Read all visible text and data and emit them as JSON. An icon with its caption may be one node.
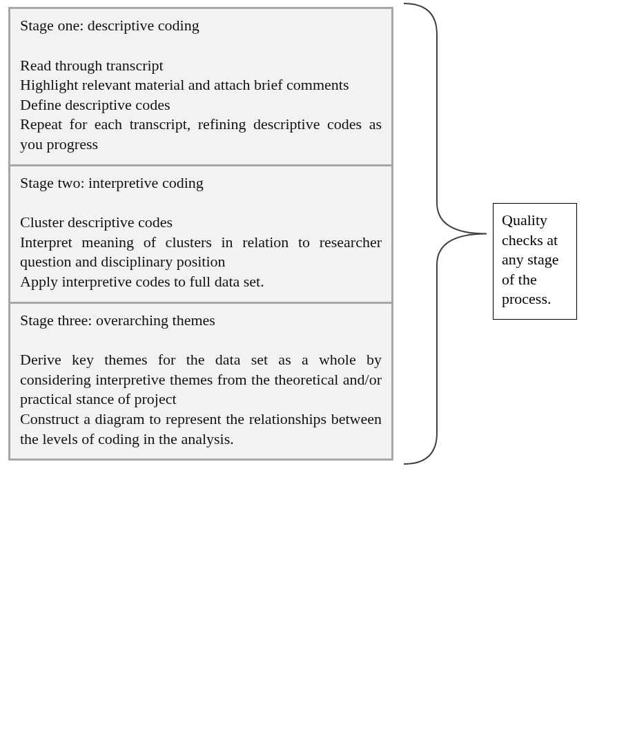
{
  "diagram": {
    "nodes": [
      {
        "text": [
          "Stage one: descriptive coding",
          "Read through transcript",
          "Highlight relevant material and attach brief comments",
          "Define descriptive codes",
          "Repeat for each transcript, refining descriptive codes as you progress"
        ]
      },
      {
        "text": [
          "Stage two: interpretive coding",
          "Cluster descriptive codes",
          "Interpret meaning of clusters in relation to researcher question and disciplinary position",
          "Apply interpretive codes to full data set."
        ]
      },
      {
        "text": [
          "Stage three: overarching themes",
          "Derive key themes for the data set as a whole by considering interpretive themes from the theoretical and/or practical stance of project",
          "Construct a diagram to represent the relationships between the levels of coding in the analysis."
        ]
      },
      {
        "text": [
          "Quality checks at any stage of the process."
        ]
      }
    ],
    "edges": []
  }
}
